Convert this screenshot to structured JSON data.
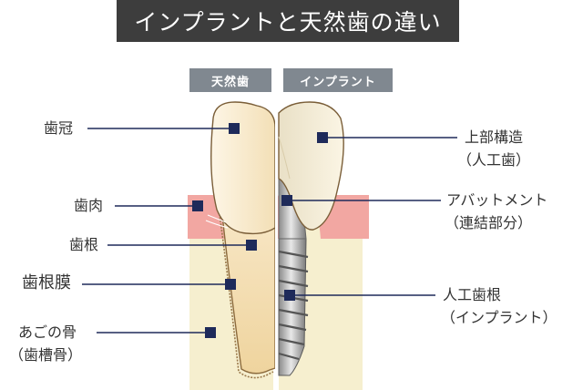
{
  "title": "インプラントと天然歯の違い",
  "tags": {
    "natural": "天然歯",
    "implant": "インプラント"
  },
  "left_labels": {
    "crown": "歯冠",
    "gum": "歯肉",
    "root": "歯根",
    "ligament": "歯根膜",
    "jaw_bone": "あごの骨",
    "jaw_bone_sub": "（歯槽骨）"
  },
  "right_labels": {
    "superstructure": "上部構造",
    "superstructure_sub": "（人工歯）",
    "abutment": "アバットメント",
    "abutment_sub": "（連結部分）",
    "fixture": "人工歯根",
    "fixture_sub": "（インプラント）"
  },
  "colors": {
    "marker": "#1e2a5a",
    "bone": "#f6efcf",
    "gum": "#f2a7a2",
    "tooth": "#fbf3df",
    "title_bg": "#3d3d3d",
    "tag_bg": "#808890"
  }
}
